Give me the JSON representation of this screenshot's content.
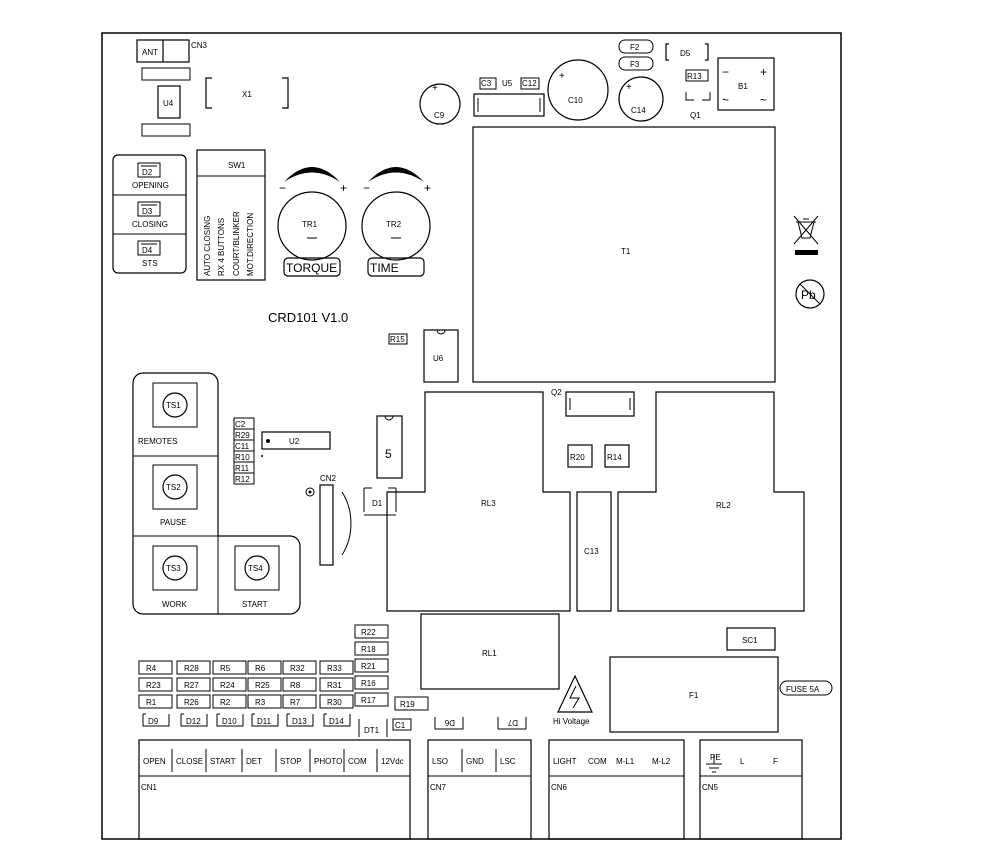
{
  "board": {
    "name": "CRD101  V1.0"
  },
  "top_parts": {
    "ant": "ANT",
    "cn3": "CN3",
    "u4": "U4",
    "x1": "X1",
    "c9": "C9",
    "c3": "C3",
    "u5": "U5",
    "c12": "C12",
    "c10": "C10",
    "c14": "C14",
    "f2": "F2",
    "f3": "F3",
    "d5": "D5",
    "r13": "R13",
    "q1": "Q1",
    "b1": "B1",
    "t1": "T1",
    "plus": "+",
    "minus": "−",
    "tilde": "~"
  },
  "leds": [
    {
      "ref": "D2",
      "label": "OPENING"
    },
    {
      "ref": "D3",
      "label": "CLOSING"
    },
    {
      "ref": "D4",
      "label": "STS"
    }
  ],
  "switch": {
    "ref": "SW1",
    "options": [
      "AUTO CLOSING",
      "RX 4 BUTTONS",
      "COURT/BLINKER",
      "MOT.DIRECTION"
    ]
  },
  "trimmers": [
    {
      "ref": "TR1",
      "label": "TORQUE"
    },
    {
      "ref": "TR2",
      "label": "TIME"
    }
  ],
  "buttons": [
    {
      "ref": "TS1",
      "label": "REMOTES"
    },
    {
      "ref": "TS2",
      "label": "PAUSE"
    },
    {
      "ref": "TS3",
      "label": "WORK"
    },
    {
      "ref": "TS4",
      "label": "START"
    }
  ],
  "mid_parts": {
    "r15": "R15",
    "u6": "U6",
    "q2": "Q2",
    "u2": "U2",
    "u2_stack": [
      "C2",
      "R29",
      "C11",
      "R10",
      "R11",
      "R12"
    ],
    "five": "5",
    "cn2": "CN2",
    "d1": "D1",
    "rl3": "RL3",
    "r20": "R20",
    "r14": "R14",
    "c13": "C13",
    "rl2": "RL2",
    "rl1": "RL1",
    "sc1": "SC1",
    "f1": "F1",
    "fuse": "FUSE 5A",
    "hi_voltage": "Hi Voltage",
    "r19": "R19",
    "dt1": "DT1",
    "c1": "C1",
    "d6": "D6",
    "d7": "D7"
  },
  "resistor_column": [
    "R22",
    "R18",
    "R21",
    "R16",
    "R17"
  ],
  "resistor_rows": [
    [
      "R4",
      "R28",
      "R5",
      "R6",
      "R32",
      "R33"
    ],
    [
      "R23",
      "R27",
      "R24",
      "R25",
      "R8",
      "R31"
    ],
    [
      "R1",
      "R26",
      "R2",
      "R3",
      "R7",
      "R30"
    ]
  ],
  "diodes_row": [
    "D9",
    "D12",
    "D10",
    "D11",
    "D13",
    "D14"
  ],
  "connectors": [
    {
      "ref": "CN1",
      "pins": [
        "OPEN",
        "CLOSE",
        "START",
        "DET",
        "STOP",
        "PHOTO",
        "COM",
        "12Vdc"
      ]
    },
    {
      "ref": "CN7",
      "pins": [
        "LSO",
        "GND",
        "LSC"
      ]
    },
    {
      "ref": "CN6",
      "pins": [
        "LIGHT",
        "COM",
        "M-L1",
        "M-L2"
      ]
    },
    {
      "ref": "CN5",
      "pins": [
        "PE",
        "L",
        "F"
      ]
    }
  ],
  "marks": {
    "pb": "Pb"
  }
}
